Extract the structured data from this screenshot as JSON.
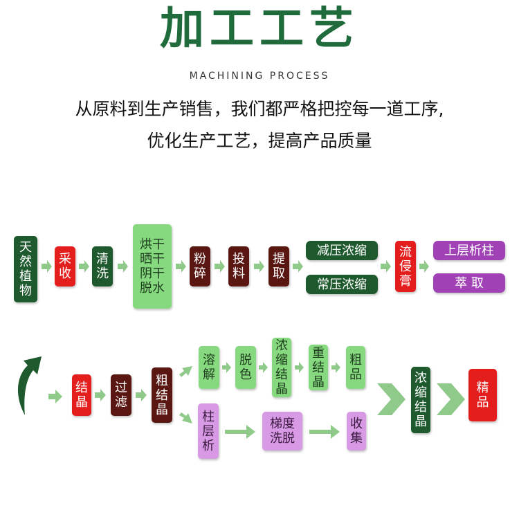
{
  "header": {
    "title": "加工工艺",
    "subtitle": "MACHINING PROCESS",
    "desc_line1": "从原料到生产销售，我们都严格把控每一道工序,",
    "desc_line2": "优化生产工艺，提高产品质量"
  },
  "row1": {
    "natural_plants": "天\n然\n植\n物",
    "harvest": "采\n收",
    "wash": "清\n洗",
    "dry": "烘干\n晒干\n阴干\n脱水",
    "crush": "粉\n碎",
    "feed": "投\n料",
    "extract": "提\n取",
    "vacuum_concentrate": "减压浓缩",
    "normal_concentrate": "常压浓缩",
    "extract_paste": "流\n侵\n膏",
    "column": "上层析柱",
    "extraction": "萃    取"
  },
  "row2": {
    "crystallize": "结\n晶",
    "filter": "过\n滤",
    "crude_crystal": "粗\n结\n晶",
    "dissolve": "溶\n解",
    "decolor": "脱\n色",
    "conc_crystal_small": "浓\n缩\n结\n晶",
    "recrystal": "重\n结\n晶",
    "crude_product": "粗\n品",
    "chromatography": "柱\n层\n析",
    "gradient_elute": "梯度\n洗脱",
    "collect": "收\n集",
    "conc_crystal_final": "浓\n缩\n结\n晶",
    "refined_product": "精\n品"
  },
  "colors": {
    "dark_green": "#1f5a2f",
    "red": "#e41d1d",
    "light_green": "#87d97f",
    "brown": "#5a1712",
    "purple": "#a041b6",
    "light_purple": "#d89ae4",
    "arrow_green": "#8fca8a"
  }
}
